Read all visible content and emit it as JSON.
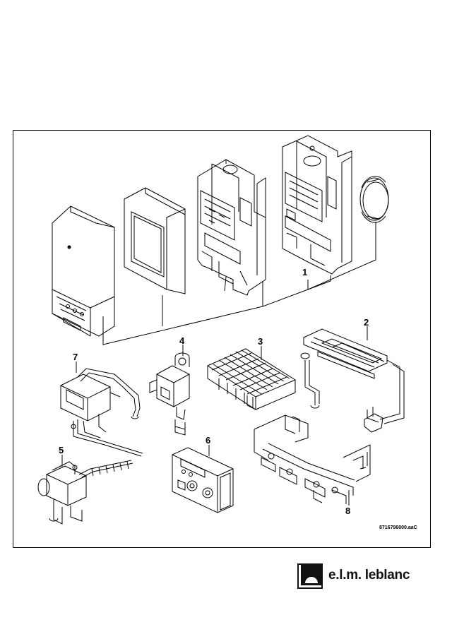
{
  "labels": {
    "p1": "1",
    "p2": "2",
    "p3": "3",
    "p4": "4",
    "p5": "5",
    "p6": "6",
    "p7": "7",
    "p8": "8"
  },
  "reference": "8716796000.aaC",
  "brand": "e.l.m. leblanc",
  "colors": {
    "ink": "#000000",
    "background": "#ffffff"
  }
}
